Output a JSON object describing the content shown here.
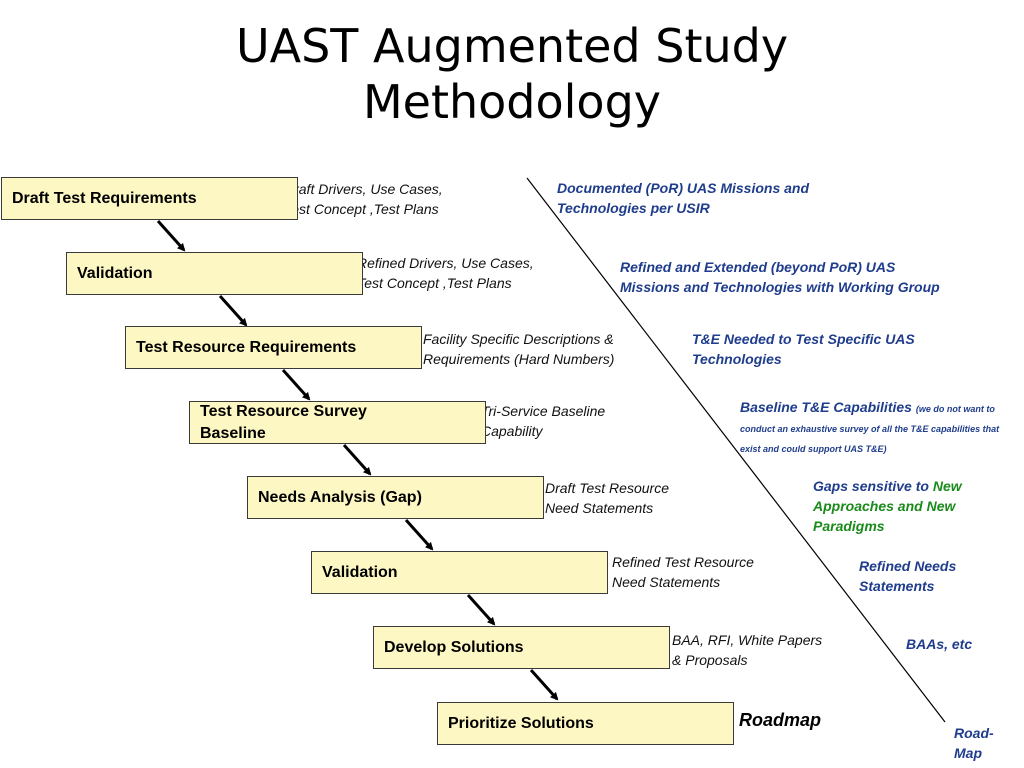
{
  "title": {
    "line1": "UAST Augmented Study",
    "line2": "Methodology"
  },
  "steps": [
    {
      "label": "Draft Test Requirements",
      "output_l1": "Draft Drivers, Use Cases,",
      "output_l2": "Test Concept ,Test Plans"
    },
    {
      "label": "Validation",
      "output_l1": "Refined Drivers, Use Cases,",
      "output_l2": "Test Concept ,Test Plans"
    },
    {
      "label": "Test Resource Requirements",
      "output_l1": "Facility Specific Descriptions &",
      "output_l2": "Requirements (Hard Numbers)"
    },
    {
      "label": "Test Resource Survey Baseline",
      "output_l1": "Tri-Service Baseline",
      "output_l2": "Capability"
    },
    {
      "label": "Needs Analysis (Gap)",
      "output_l1": "Draft Test Resource",
      "output_l2": "Need Statements"
    },
    {
      "label": "Validation",
      "output_l1": "Refined Test Resource",
      "output_l2": "Need Statements"
    },
    {
      "label": "Develop Solutions",
      "output_l1": "BAA, RFI, White Papers",
      "output_l2": "& Proposals"
    },
    {
      "label": "Prioritize Solutions",
      "output_l1": "Roadmap",
      "output_l2": ""
    }
  ],
  "right_notes": [
    {
      "l1": "Documented (PoR) UAS Missions and",
      "l2": "Technologies per USIR"
    },
    {
      "l1": "Refined and Extended (beyond PoR) UAS",
      "l2": "Missions and Technologies with Working Group"
    },
    {
      "l1": "T&E Needed to Test Specific UAS",
      "l2": "Technologies"
    },
    {
      "l1": "Baseline T&E Capabilities",
      "small": "(we do not want to conduct an exhaustive survey of all the T&E capabilities that exist and could support UAS T&E)"
    },
    {
      "l1a": "Gaps sensitive to ",
      "l1b": "New",
      "l2": "Approaches and New",
      "l3": "Paradigms"
    },
    {
      "l1": "Refined Needs",
      "l2": "Statements"
    },
    {
      "l1": "BAAs, etc"
    },
    {
      "l1": "Road-",
      "l2": "Map"
    }
  ],
  "colors": {
    "box_fill": "#fdf7c3",
    "note_blue": "#1f3d8c",
    "note_green": "#1a8a1a"
  }
}
